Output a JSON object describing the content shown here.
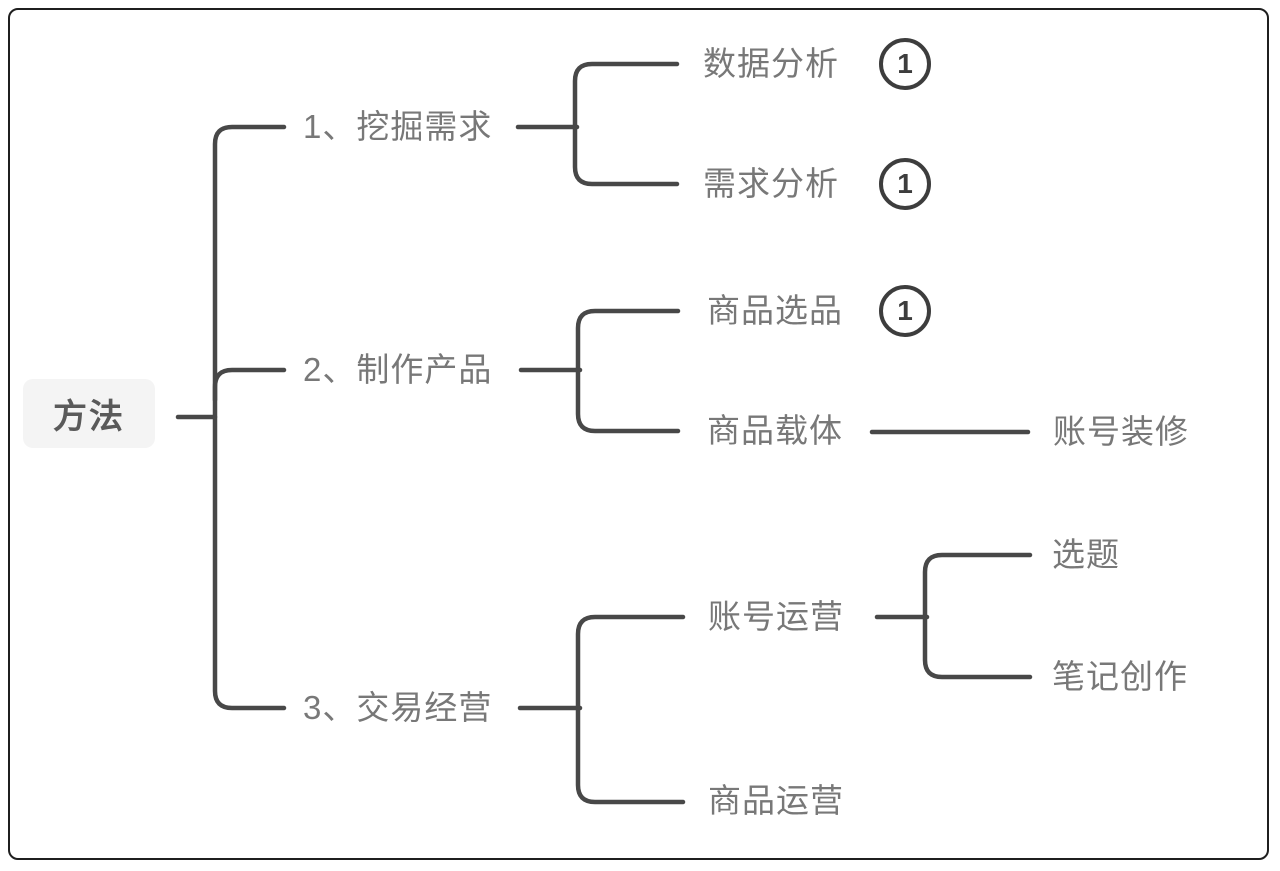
{
  "mindmap": {
    "root": {
      "label": "方法"
    },
    "branches": [
      {
        "label": "1、挖掘需求",
        "children": [
          {
            "label": "数据分析",
            "badge": "1"
          },
          {
            "label": "需求分析",
            "badge": "1"
          }
        ]
      },
      {
        "label": "2、制作产品",
        "children": [
          {
            "label": "商品选品",
            "badge": "1"
          },
          {
            "label": "商品载体",
            "children": [
              {
                "label": "账号装修"
              }
            ]
          }
        ]
      },
      {
        "label": "3、交易经营",
        "children": [
          {
            "label": "账号运营",
            "children": [
              {
                "label": "选题"
              },
              {
                "label": "笔记创作"
              }
            ]
          },
          {
            "label": "商品运营"
          }
        ]
      }
    ],
    "colors": {
      "connector": "#484848",
      "node_text": "#787878",
      "root_text": "#5a5a5a",
      "root_background": "#f4f4f4",
      "badge": "#3d3d3d",
      "canvas_border": "#1f1f1f",
      "background": "#ffffff"
    }
  }
}
